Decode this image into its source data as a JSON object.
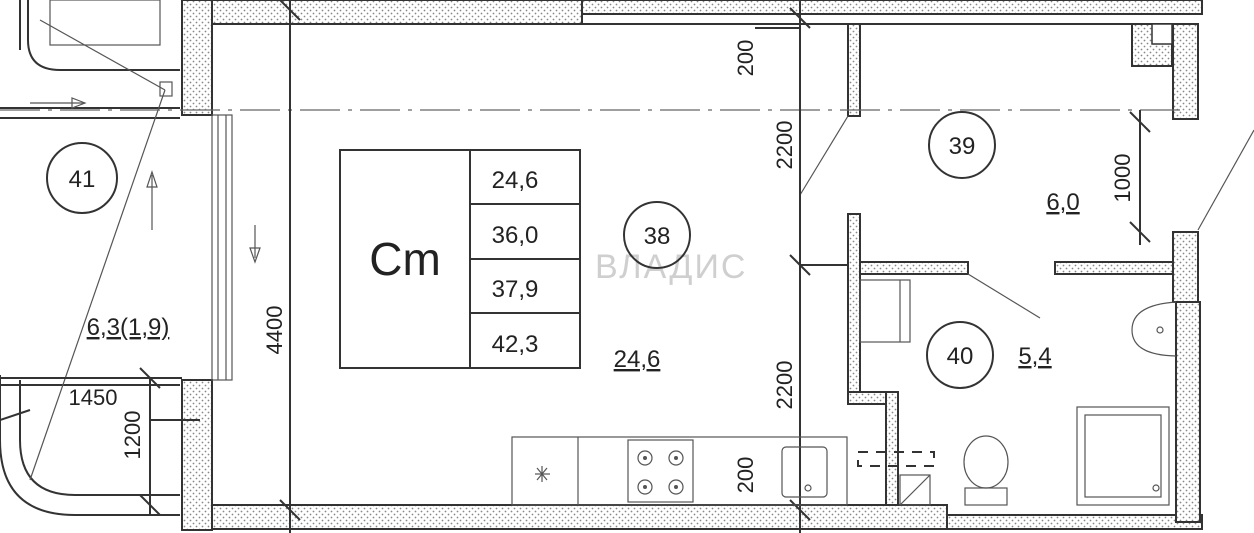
{
  "stamp": {
    "code": "Cm",
    "values": [
      "24,6",
      "36,0",
      "37,9",
      "42,3"
    ]
  },
  "rooms": {
    "room_38": {
      "number": "38",
      "area": "24,6"
    },
    "room_39": {
      "number": "39",
      "area": "6,0"
    },
    "room_40": {
      "number": "40",
      "area": "5,4"
    },
    "room_41": {
      "number": "41",
      "area": "6,3(1,9)"
    }
  },
  "dimensions": {
    "d_200_top": "200",
    "d_2200_top": "2200",
    "d_2200_bottom": "2200",
    "d_200_bottom": "200",
    "d_4400": "4400",
    "d_1000": "1000",
    "d_1450": "1450",
    "d_1200": "1200"
  },
  "watermark": "ВЛАДИС",
  "colors": {
    "ink": "#222222",
    "hatch": "#888888",
    "watermark": "#cfcfcf"
  }
}
